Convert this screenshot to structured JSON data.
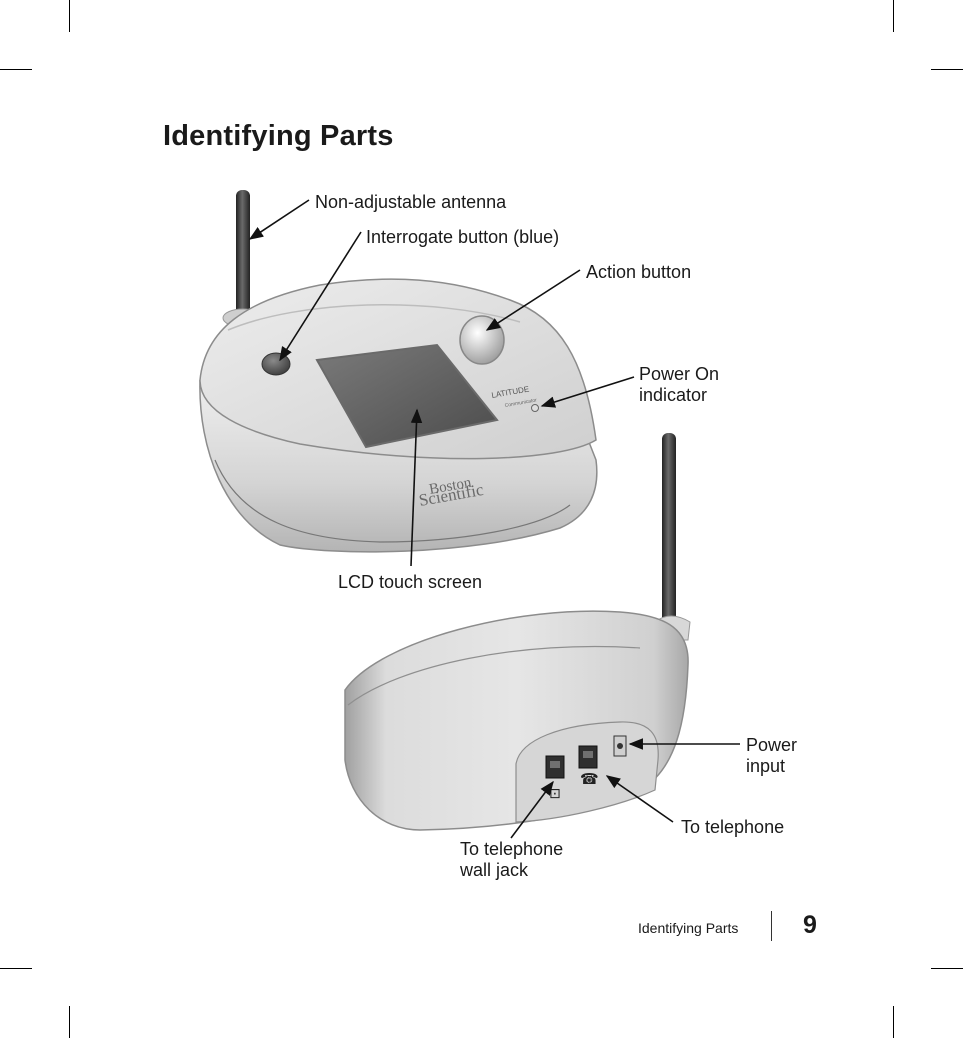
{
  "page": {
    "title": "Identifying Parts",
    "footer_section": "Identifying Parts",
    "page_number": "9"
  },
  "callouts": {
    "antenna": "Non-adjustable antenna",
    "interrogate": "Interrogate button (blue)",
    "action": "Action button",
    "power_on_1": "Power On",
    "power_on_2": "indicator",
    "lcd": "LCD touch screen",
    "power_input_1": "Power",
    "power_input_2": "input",
    "telephone": "To telephone",
    "wall_jack_1": "To telephone",
    "wall_jack_2": "wall jack"
  },
  "device": {
    "brand_line_1": "Boston",
    "brand_line_2": "Scientific",
    "model_name": "LATITUDE",
    "model_sub": "Communicator"
  },
  "colors": {
    "body_light": "#e4e4e4",
    "body_mid": "#c8c8c8",
    "body_dark": "#8c8c8c",
    "screen": "#5e5e5e",
    "antenna": "#3a3a3a"
  }
}
